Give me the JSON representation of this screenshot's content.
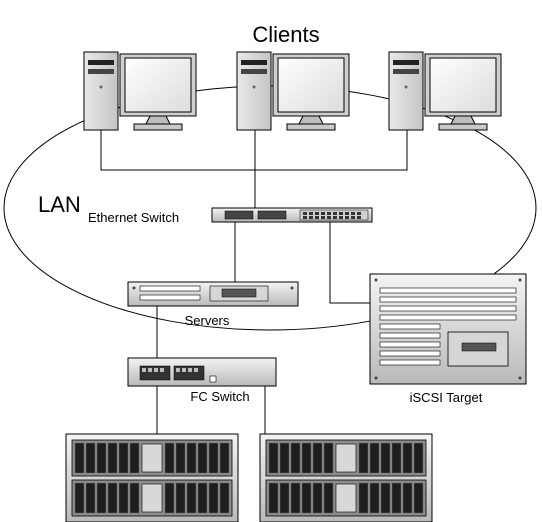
{
  "labels": {
    "clients": "Clients",
    "lan": "LAN",
    "ethernet_switch": "Ethernet Switch",
    "servers": "Servers",
    "fc_switch": "FC Switch",
    "iscsi_target": "iSCSI Target"
  },
  "colors": {
    "line": "#000000",
    "device_light": "#e2e2e2",
    "device_mid": "#bdbdbd",
    "device_dark": "#3a3a3a",
    "screen": "#f2f2f2"
  }
}
